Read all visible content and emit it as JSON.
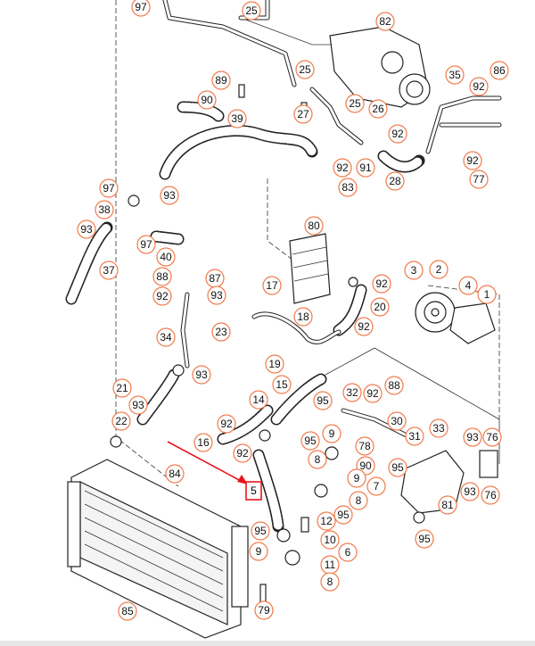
{
  "diagram": {
    "type": "exploded parts diagram - engine cooling system hoses",
    "callouts": [
      "97",
      "25",
      "82",
      "25",
      "35",
      "86",
      "92",
      "89",
      "90",
      "25",
      "26",
      "27",
      "39",
      "92",
      "28",
      "91",
      "92",
      "83",
      "92",
      "77",
      "97",
      "93",
      "38",
      "93",
      "97",
      "40",
      "80",
      "37",
      "88",
      "87",
      "92",
      "93",
      "17",
      "92",
      "3",
      "2",
      "4",
      "1",
      "20",
      "18",
      "23",
      "92",
      "34",
      "19",
      "93",
      "15",
      "21",
      "93",
      "32",
      "92",
      "88",
      "14",
      "95",
      "22",
      "92",
      "30",
      "33",
      "16",
      "95",
      "9",
      "31",
      "93",
      "76",
      "78",
      "90",
      "92",
      "8",
      "84",
      "95",
      "7",
      "9",
      "8",
      "81",
      "93",
      "76",
      "95",
      "95",
      "12",
      "10",
      "9",
      "6",
      "11",
      "95",
      "8",
      "85",
      "79"
    ],
    "highlighted_callout": "5",
    "colors": {
      "callout_border": "#f07a4a",
      "highlight": "#e8141c",
      "line": "#222222"
    }
  }
}
